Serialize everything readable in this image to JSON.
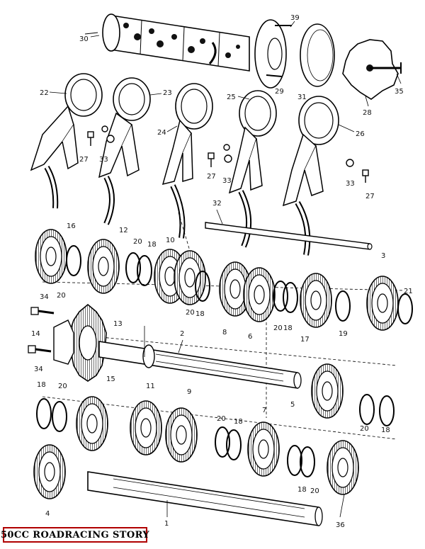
{
  "caption": "50CC ROADRACING STORY",
  "callouts": {
    "c30": "30",
    "c39": "39",
    "c29": "29",
    "c31": "31",
    "c35": "35",
    "c28": "28",
    "c22": "22",
    "c23": "23",
    "c25": "25",
    "c24": "24",
    "c26": "26",
    "c27a": "27",
    "c33a": "33",
    "c27b": "27",
    "c33b": "33",
    "c33c": "33",
    "c27c": "27",
    "c32": "32",
    "c16": "16",
    "c12": "12",
    "c20a": "20",
    "c18a": "18",
    "c10": "10",
    "c3": "3",
    "c21": "21",
    "c34a": "34",
    "c20b": "20",
    "c20c": "20",
    "c18b": "18",
    "c8": "8",
    "c6": "6",
    "c20d": "20",
    "c18c": "18",
    "c17": "17",
    "c19": "19",
    "c14": "14",
    "c13": "13",
    "c2": "2",
    "c34b": "34",
    "c5": "5",
    "c20e": "20",
    "c18d": "18",
    "c18e": "18",
    "c20f": "20",
    "c15": "15",
    "c11": "11",
    "c9": "9",
    "c20g": "20",
    "c18f": "18",
    "c7": "7",
    "c18g": "18",
    "c20h": "20",
    "c4": "4",
    "c1": "1",
    "c36": "36"
  }
}
